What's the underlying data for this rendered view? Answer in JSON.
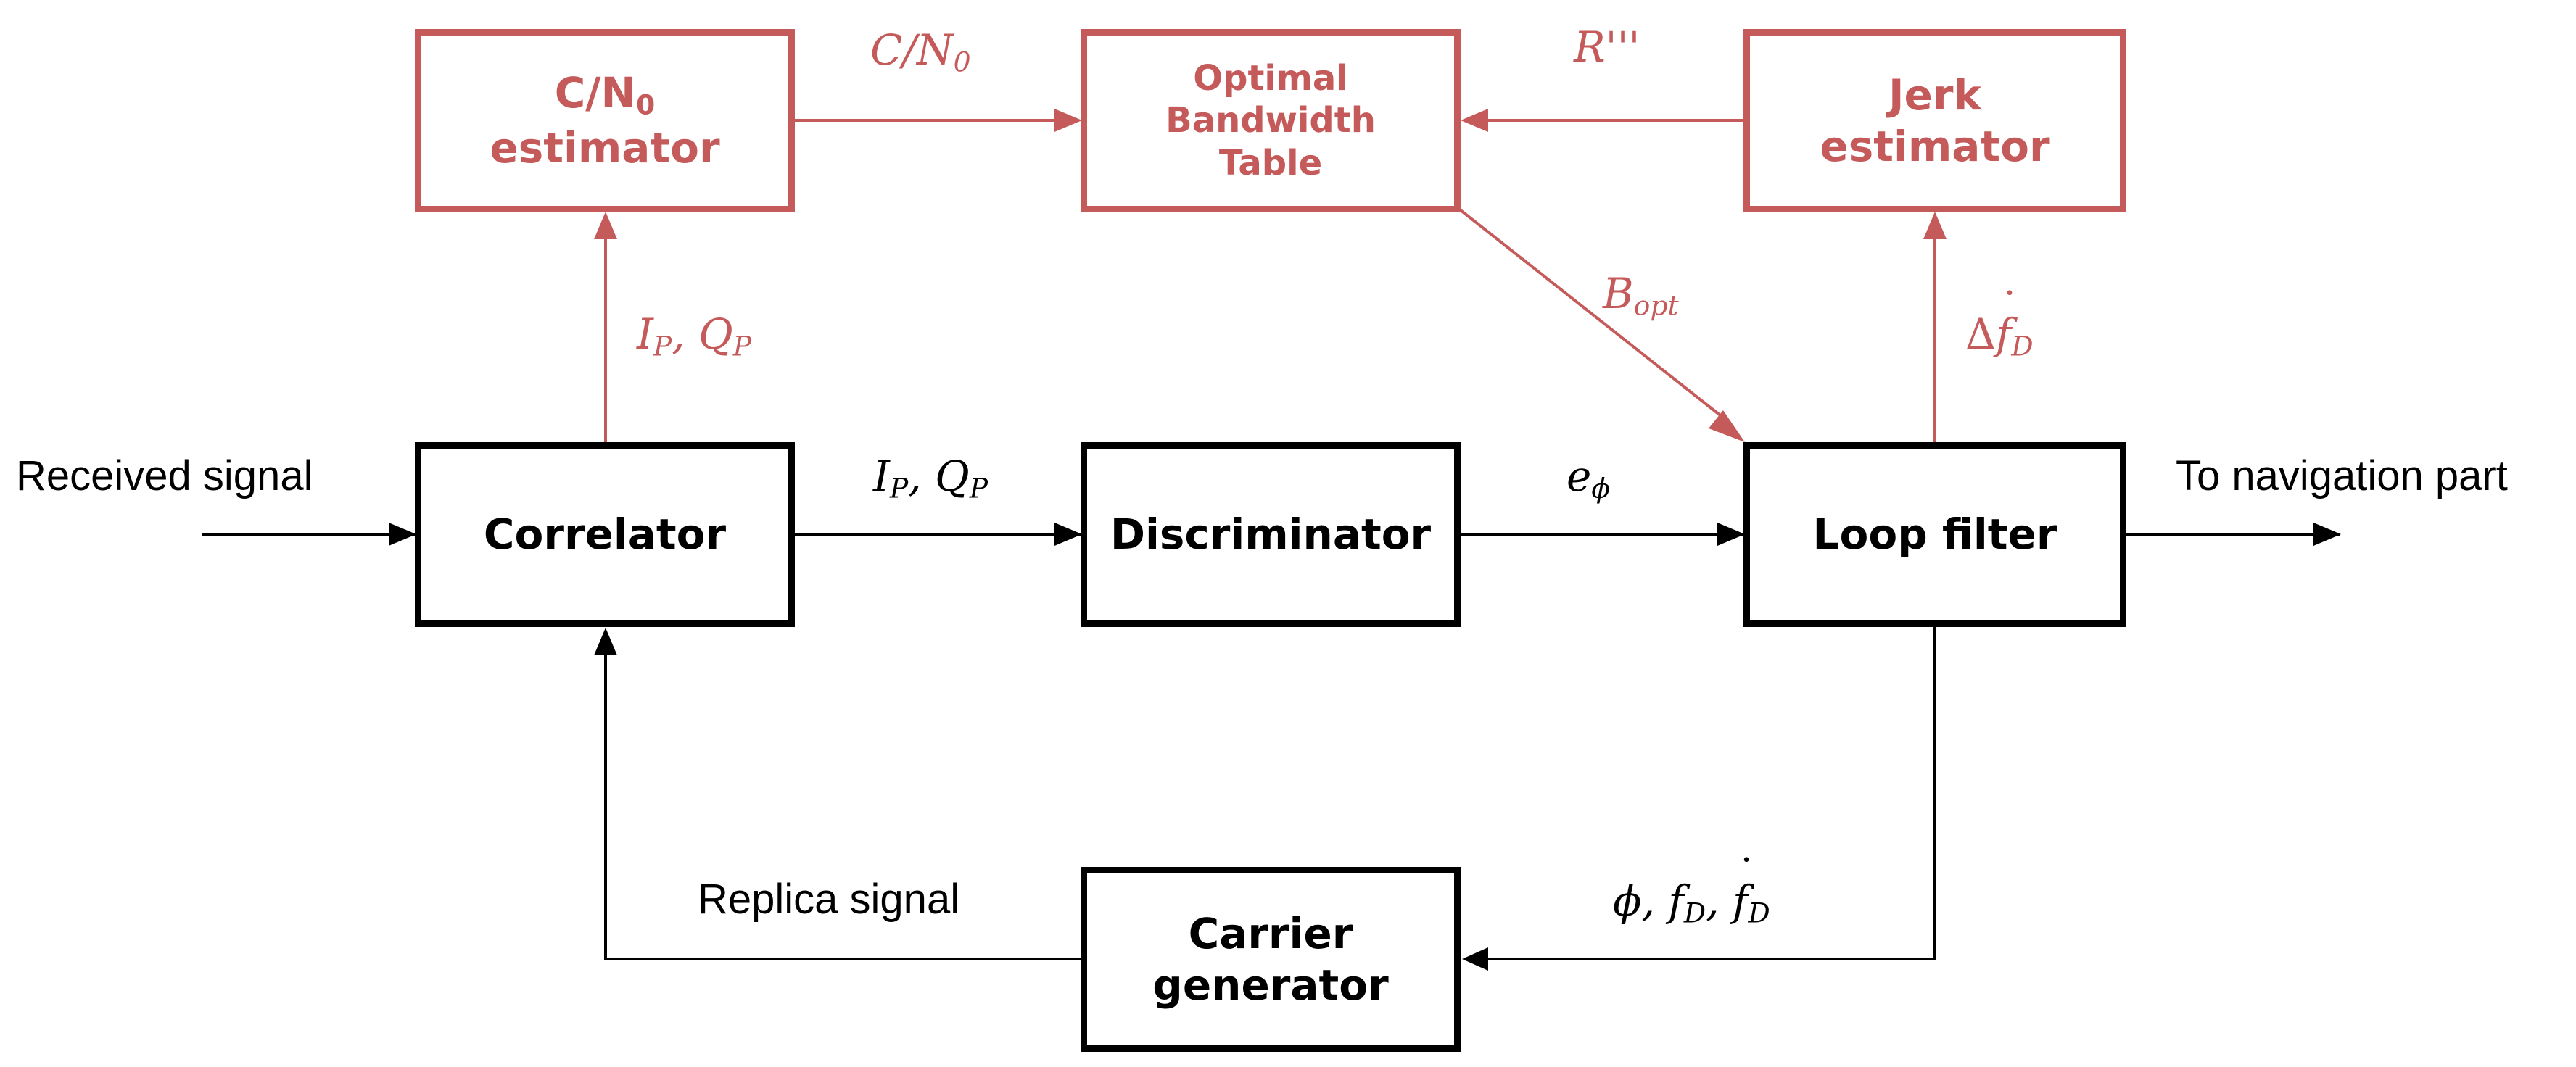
{
  "colors": {
    "main": "#000000",
    "accent": "#c55a5a"
  },
  "boxes": {
    "cn0_estimator": {
      "line1_base": "C/N",
      "line1_sub": "0",
      "line2": "estimator"
    },
    "bandwidth_table": {
      "line1": "Optimal",
      "line2": "Bandwidth",
      "line3": "Table"
    },
    "jerk_estimator": {
      "line1": "Jerk",
      "line2": "estimator"
    },
    "correlator": "Correlator",
    "discriminator": "Discriminator",
    "loop_filter": "Loop filter",
    "carrier_generator": {
      "line1": "Carrier",
      "line2": "generator"
    }
  },
  "labels": {
    "received_signal": "Received signal",
    "to_navigation": "To navigation part",
    "replica_signal": "Replica signal",
    "cn0": {
      "base": "C/N",
      "sub": "0"
    },
    "r_triple_prime": "R'''",
    "b_opt": {
      "base": "B",
      "sub": "opt"
    },
    "ip_qp_red": {
      "i": "I",
      "i_sub": "P",
      "sep": ", ",
      "q": "Q",
      "q_sub": "P"
    },
    "ip_qp_black": {
      "i": "I",
      "i_sub": "P",
      "sep": ", ",
      "q": "Q",
      "q_sub": "P"
    },
    "delta_fd_dot": {
      "delta": "Δ",
      "f": "f",
      "sub": "D"
    },
    "e_phi": {
      "base": "e",
      "sub": "ϕ"
    },
    "phi_fd": {
      "phi": "ϕ",
      "sep1": ", ",
      "f1": "f",
      "f1_sub": "D",
      "sep2": ", ",
      "f2": "f",
      "f2_sub": "D"
    }
  }
}
